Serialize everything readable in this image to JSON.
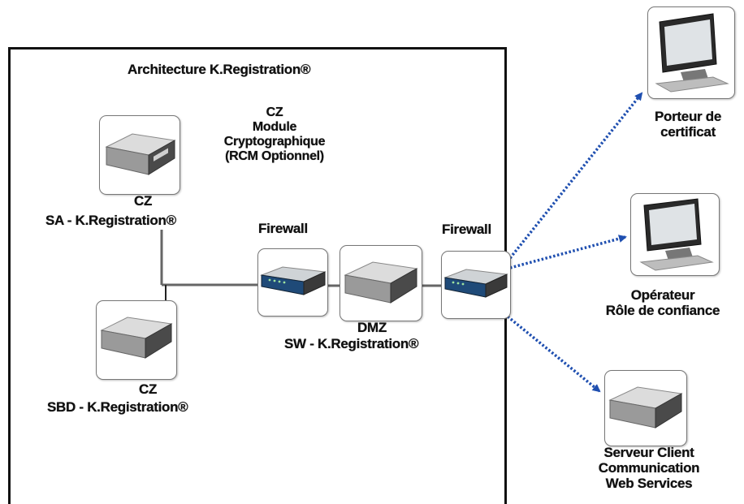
{
  "title": "Architecture K.Registration®",
  "nodes": {
    "sa": {
      "zone": "CZ",
      "label": "SA - K.Registration®"
    },
    "sbd": {
      "zone": "CZ",
      "label": "SBD - K.Registration®"
    },
    "module": {
      "lines": [
        "CZ",
        "Module",
        "Cryptographique",
        "(RCM Optionnel)"
      ]
    },
    "firewall_left": {
      "label": "Firewall"
    },
    "firewall_right": {
      "label": "Firewall"
    },
    "sw": {
      "zone": "DMZ",
      "label": "SW - K.Registration®"
    },
    "porteur": {
      "lines": [
        "Porteur de",
        "certificat"
      ]
    },
    "operateur": {
      "lines": [
        "Opérateur",
        "Rôle de confiance"
      ]
    },
    "serveur": {
      "lines": [
        "Serveur Client",
        "Communication",
        "Web Services"
      ]
    }
  },
  "colors": {
    "dotted_link": "#1f4fb0",
    "wire": "#666666",
    "frame": "#111111"
  },
  "icons": {
    "sa": "rack-server-icon",
    "sbd": "rack-server-icon",
    "firewall_left": "firewall-appliance-icon",
    "sw": "rack-server-icon",
    "firewall_right": "firewall-appliance-icon",
    "porteur": "workstation-icon",
    "operateur": "workstation-icon",
    "serveur": "rack-server-icon"
  }
}
